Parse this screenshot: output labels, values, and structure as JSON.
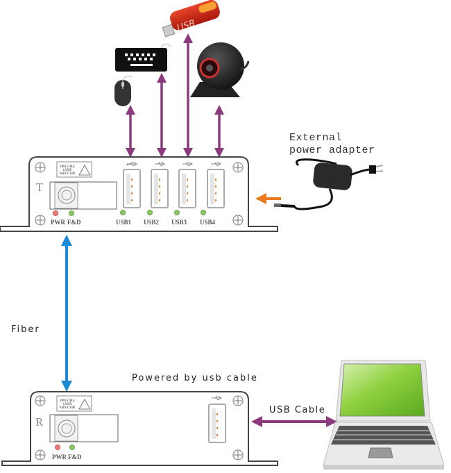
{
  "labels": {
    "external_power": [
      "External",
      "power adapter"
    ],
    "fiber": "Fiber",
    "powered_by": "Powered by usb cable",
    "usb_cable": "USB Cable"
  },
  "transmitter": {
    "letter": "T",
    "warning": [
      "INVISIBLE",
      "LASER",
      "RADIATION"
    ],
    "leds": [
      "PWR",
      "F&D"
    ],
    "ports": [
      "USB1",
      "USB2",
      "USB3",
      "USB4"
    ]
  },
  "receiver": {
    "letter": "R",
    "warning": [
      "INVISIBLE",
      "LASER",
      "RADIATION"
    ],
    "leds": [
      "PWR",
      "F&D"
    ]
  },
  "devices": {
    "usb_stick_text": "USB"
  },
  "colors": {
    "usb_arrow": "#8b3a7e",
    "fiber_arrow": "#1a8ad4",
    "power_arrow": "#ea7a1e",
    "led_red": "#e77b7b",
    "led_green": "#8cc56a",
    "screen_green": "#7cc332"
  }
}
